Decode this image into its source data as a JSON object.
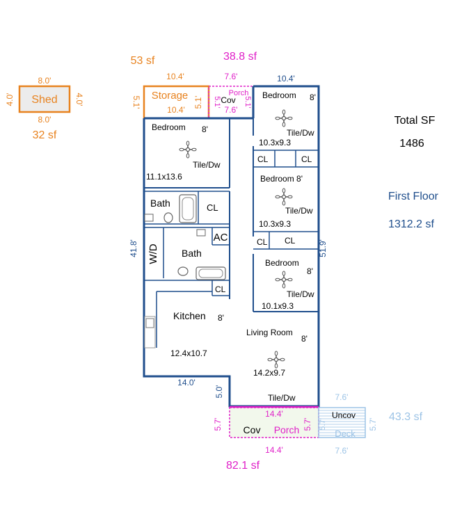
{
  "colors": {
    "wall": "#1f4e8c",
    "orange": "#e8821e",
    "magenta": "#e020c8",
    "lightblue": "#9cc3e6",
    "room_text": "#000000",
    "shed_fill": "#ececec",
    "deck_hatch": "#9cc3e6"
  },
  "summary": {
    "total_label": "Total SF",
    "total_value": "1486",
    "floor_label": "First Floor",
    "floor_value": "1312.2 sf"
  },
  "shed": {
    "label": "Shed",
    "top": "8.0'",
    "bottom": "8.0'",
    "left": "4.0'",
    "right": "4.0'",
    "area": "32 sf"
  },
  "storage": {
    "label": "Storage",
    "area": "53 sf",
    "top": "10.4'",
    "bottom": "10.4'",
    "left": "5.1'",
    "right": "5.1'"
  },
  "cov_porch_top": {
    "label1": "Porch",
    "label2": "Cov",
    "area": "38.8 sf",
    "top": "7.6'",
    "bottom": "7.6'",
    "left": "5.1'",
    "right": "5.1'"
  },
  "cov_porch_bottom": {
    "label1": "Cov",
    "label2": "Porch",
    "area": "82.1 sf",
    "top": "14.4'",
    "bottom": "14.4'",
    "left": "5.7'",
    "right": "5.7'"
  },
  "uncov_deck": {
    "label1": "Uncov",
    "label2": "Deck",
    "area": "43.3 sf",
    "top": "7.6'",
    "bottom": "7.6'",
    "left": "5.7'",
    "right": "5.7'"
  },
  "house_dims": {
    "top_right": "10.4'",
    "left": "41.8'",
    "right": "51.9'",
    "bottom": "14.0'",
    "step": "5.0'"
  },
  "rooms": {
    "bedroom1": {
      "name": "Bedroom",
      "height": "8'",
      "floor": "Tile/Dw",
      "size": "11.1x13.6"
    },
    "bedroom2": {
      "name": "Bedroom",
      "height": "8'",
      "floor": "Tile/Dw",
      "size": "10.3x9.3"
    },
    "bedroom3": {
      "name": "Bedroom 8'",
      "floor": "Tile/Dw",
      "size": "10.3x9.3"
    },
    "bedroom4": {
      "name": "Bedroom",
      "height": "8'",
      "floor": "Tile/Dw",
      "size": "10.1x9.3"
    },
    "bath1": {
      "name": "Bath"
    },
    "bath2": {
      "name": "Bath"
    },
    "kitchen": {
      "name": "Kitchen",
      "height": "8'",
      "size": "12.4x10.7"
    },
    "living": {
      "name": "Living Room",
      "height": "8'",
      "size": "14.2x9.7",
      "floor": "Tile/Dw"
    },
    "cl1": "CL",
    "cl2": "CL",
    "cl3": "CL",
    "cl4": "CL",
    "cl5": "CL",
    "cl6": "CL",
    "ac": "AC",
    "wd": "W/D"
  }
}
